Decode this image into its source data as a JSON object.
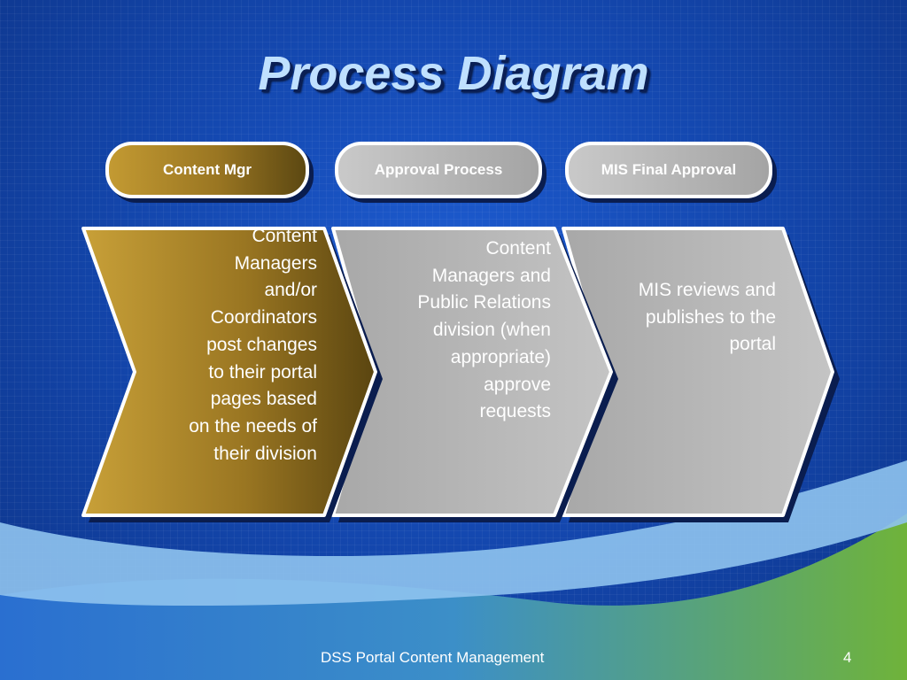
{
  "title": "Process Diagram",
  "stages": [
    {
      "label": "Content Mgr",
      "description": "Content Managers and/or Coordinators post changes to their portal pages based on the needs of their division"
    },
    {
      "label": "Approval Process",
      "description": "Content Managers and Public Relations division (when appropriate) approve requests"
    },
    {
      "label": "MIS Final Approval",
      "description": "MIS reviews and publishes to the portal"
    }
  ],
  "footer": {
    "text": "DSS Portal Content Management",
    "page_number": "4"
  },
  "colors": {
    "background": "#1448b0",
    "title": "#bfe0ff",
    "active_stage": "#9a7622",
    "inactive_stage": "#b8b8b8",
    "wave_light": "#8fc3ee",
    "wave_green": "#6cb33e"
  }
}
